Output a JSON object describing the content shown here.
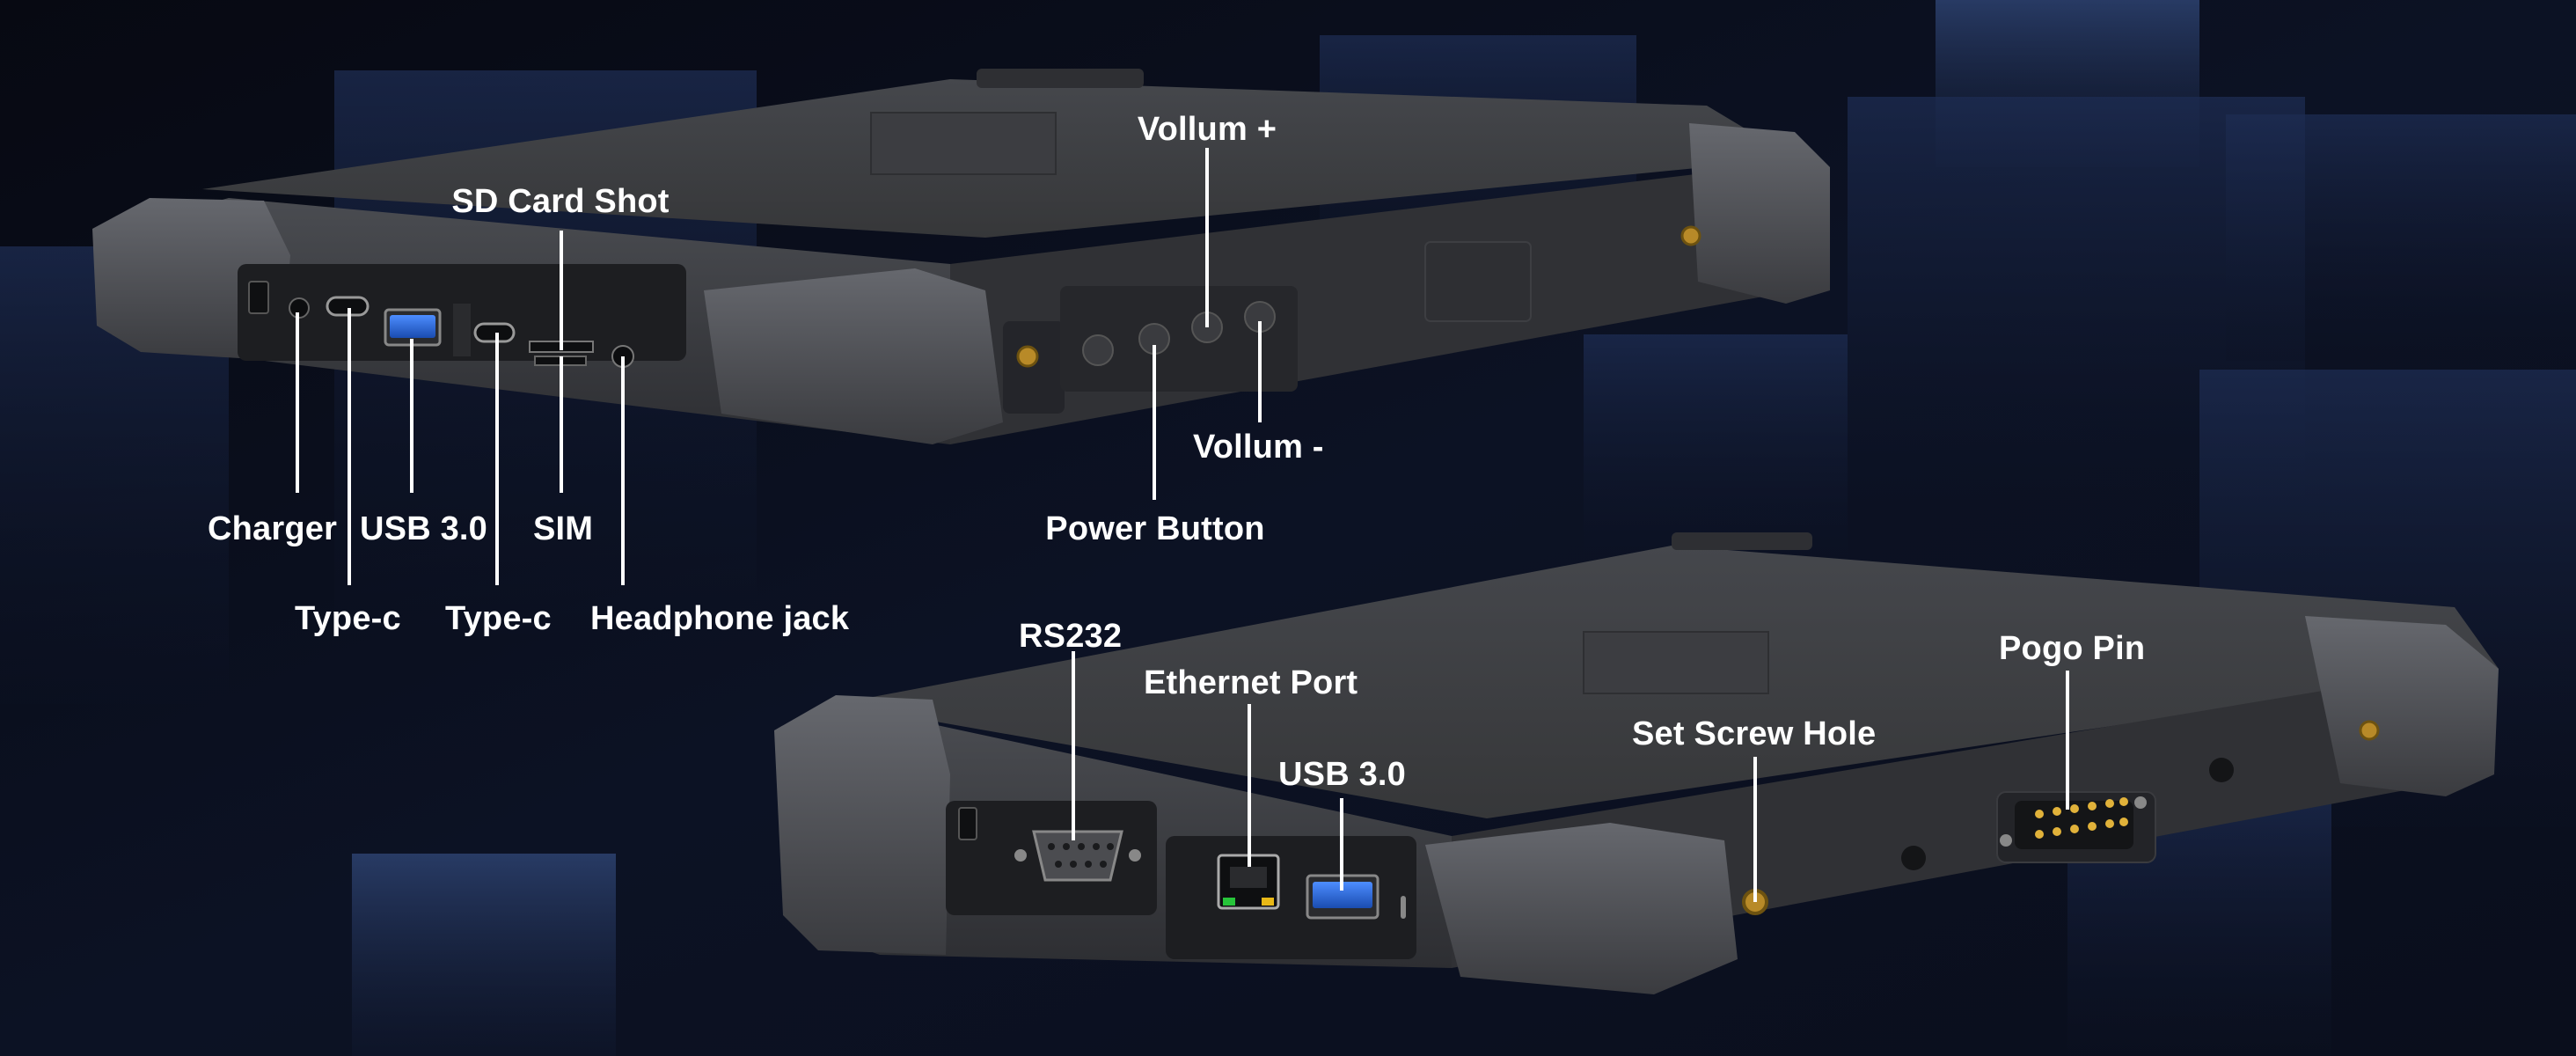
{
  "labels": {
    "sd_card_shot": "SD Card Shot",
    "vollum_plus": "Vollum +",
    "vollum_minus": "Vollum -",
    "power_button": "Power Button",
    "charger": "Charger",
    "usb30_top": "USB 3.0",
    "sim": "SIM",
    "type_c_left": "Type-c",
    "type_c_right": "Type-c",
    "headphone_jack": "Headphone jack",
    "rs232": "RS232",
    "ethernet_port": "Ethernet Port",
    "usb30_bottom": "USB 3.0",
    "set_screw_hole": "Set Screw Hole",
    "pogo_pin": "Pogo Pin"
  },
  "colors": {
    "background": "#0a0d19",
    "accent_blue": "#2a6bd8",
    "label_text": "#ffffff"
  }
}
